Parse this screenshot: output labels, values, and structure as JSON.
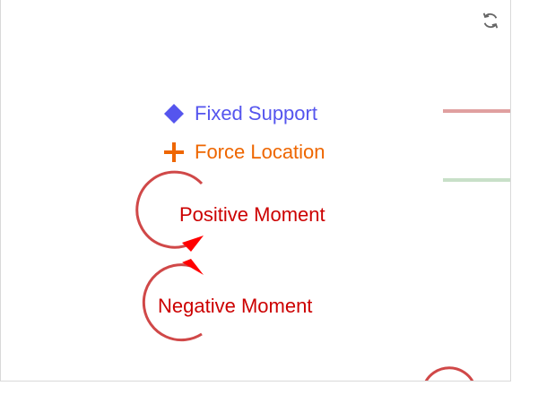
{
  "legend": {
    "fixed_support": {
      "label": "Fixed Support",
      "color": "#5555ee",
      "icon": "diamond-icon"
    },
    "force_location": {
      "label": "Force Location",
      "color": "#ee6600",
      "icon": "plus-icon"
    },
    "positive_moment": {
      "label": "Positive Moment",
      "color": "#cc0000",
      "icon": "counterclockwise-arc-arrow-icon"
    },
    "negative_moment": {
      "label": "Negative Moment",
      "color": "#cc0000",
      "icon": "clockwise-arc-arrow-icon"
    }
  },
  "toolbar": {
    "refresh_icon": "refresh-icon"
  },
  "colors": {
    "arc": "#d04848",
    "arrowhead": "#ff0000",
    "decor_red": "#e0a0a0",
    "decor_green": "#c8e0c8"
  }
}
